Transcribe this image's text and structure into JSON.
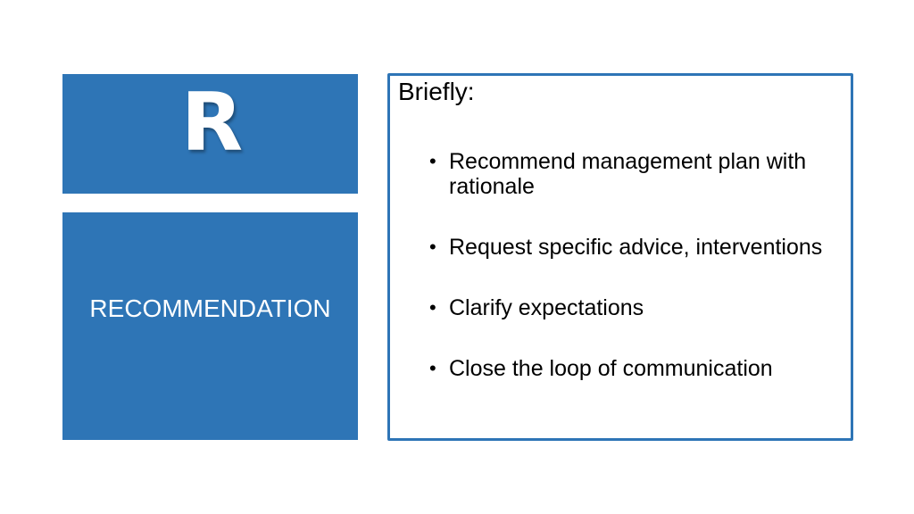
{
  "slide": {
    "letter": "R",
    "word": "RECOMMENDATION",
    "heading": "Briefly:",
    "bullet_glyph": "•",
    "bullets": [
      "Recommend management plan with rationale",
      "Request specific advice, interventions",
      "Clarify expectations",
      "Close the loop of communication"
    ]
  },
  "colors": {
    "accent": "#2e75b6",
    "text_on_accent": "#ffffff",
    "text": "#000000"
  }
}
